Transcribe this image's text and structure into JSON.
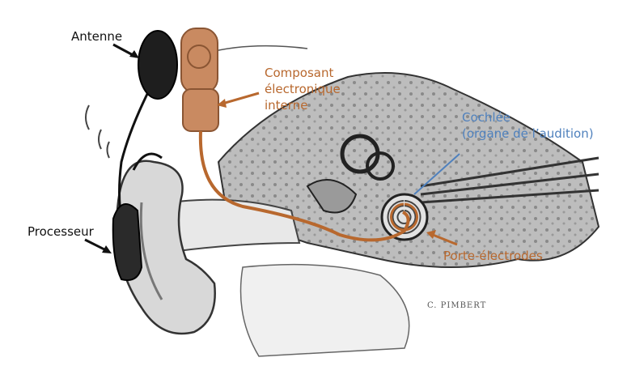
{
  "labels": {
    "antenna": "Antenne",
    "processor": "Processeur",
    "internal_component": [
      "Composant",
      "électronique",
      "interne"
    ],
    "cochlea": [
      "Cochlée",
      "(organe de l’audition)"
    ],
    "electrode_array": "Porte-électrodes"
  },
  "signature": "C. PIMBERT",
  "colors": {
    "implant": "#c98a61",
    "label_brown": "#b8682e",
    "label_blue": "#4f81bd",
    "arrow_black": "#111111"
  }
}
